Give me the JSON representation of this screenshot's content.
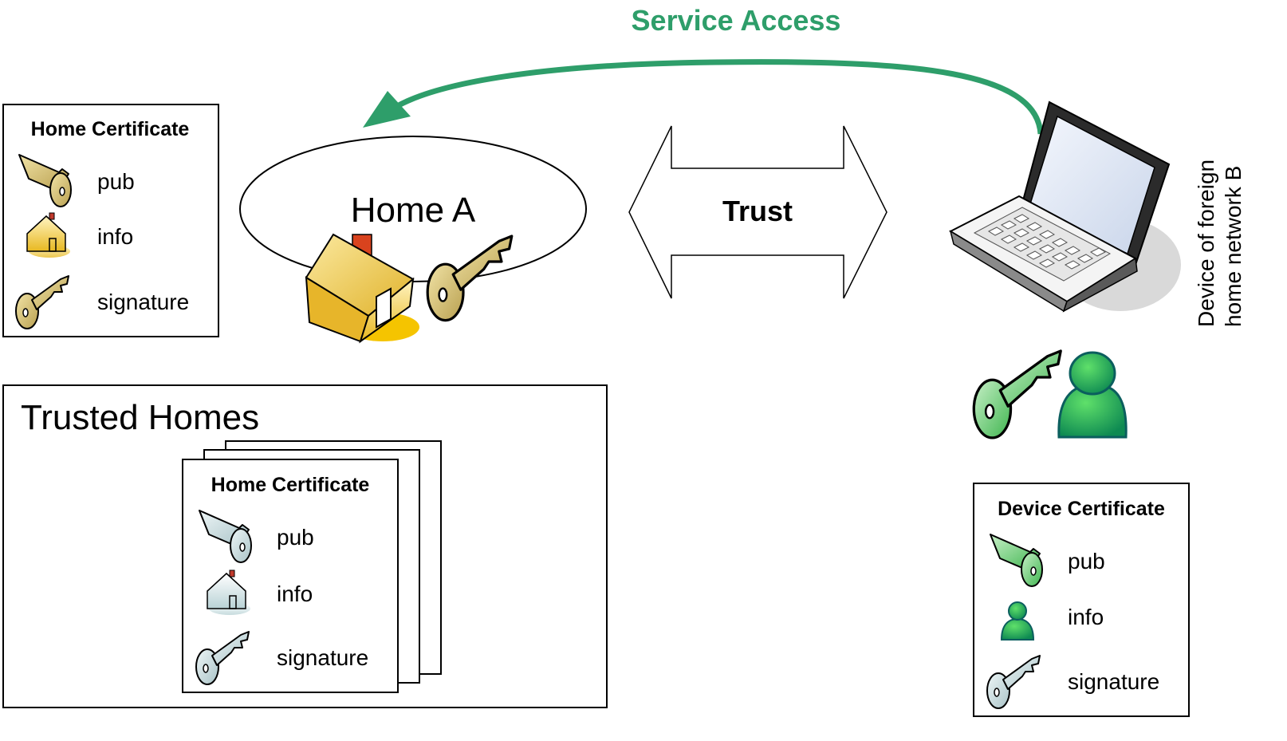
{
  "service_access": {
    "label": "Service Access",
    "color": "#2e9e6a"
  },
  "trust": {
    "label": "Trust"
  },
  "home_a": {
    "label": "Home A"
  },
  "device_label": {
    "line1": "Device of foreign",
    "line2": "home network B"
  },
  "home_certificate": {
    "title": "Home Certificate",
    "items": [
      "pub",
      "info",
      "signature"
    ]
  },
  "trusted_homes": {
    "title": "Trusted Homes",
    "certificate": {
      "title": "Home Certificate",
      "items": [
        "pub",
        "info",
        "signature"
      ]
    }
  },
  "device_certificate": {
    "title": "Device Certificate",
    "items": [
      "pub",
      "info",
      "signature"
    ]
  },
  "colors": {
    "gold_key": "#d8c170",
    "house": "#f2c94c",
    "house_shadow": "#f5c400",
    "silver_key": "#c9dde0",
    "green_key": "#7fd07f",
    "person": "#22b34b",
    "outline": "#000000"
  }
}
